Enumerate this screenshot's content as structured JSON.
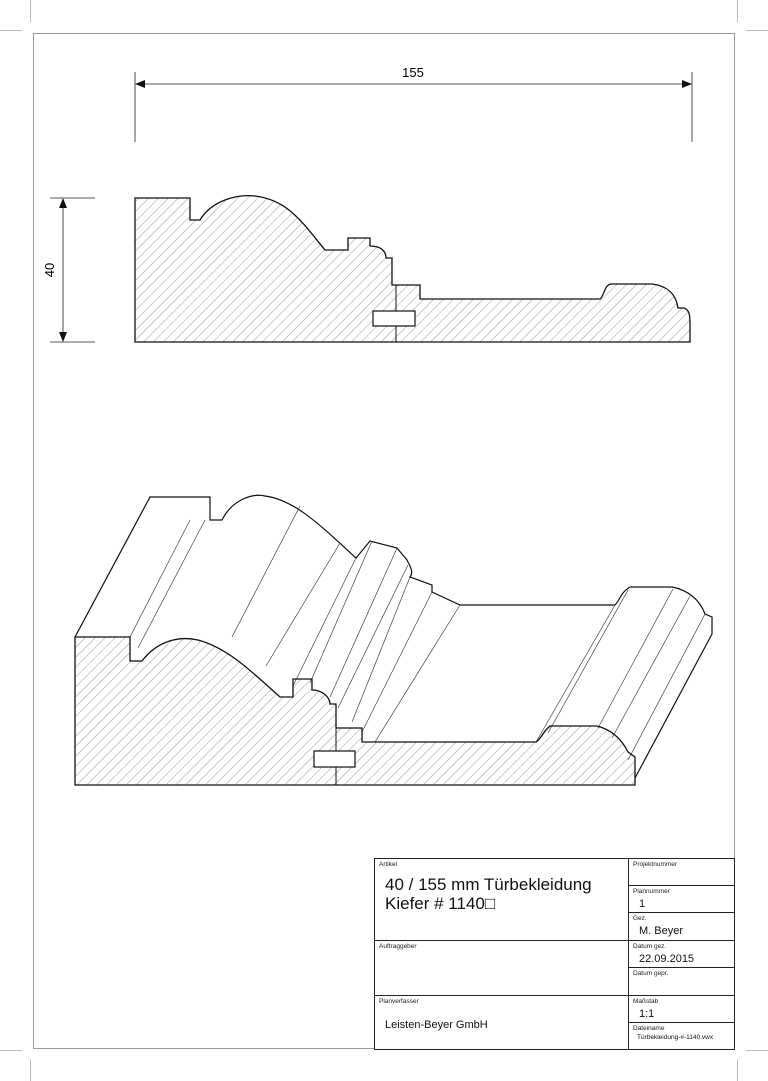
{
  "dimensions": {
    "width_label": "155",
    "height_label": "40"
  },
  "title_block": {
    "artikel_label": "Artikel",
    "artikel_line1": "40 / 155 mm Türbekleidung",
    "artikel_line2": "Kiefer # 1140□",
    "projektnummer_label": "Projektnummer",
    "projektnummer_value": "",
    "plannummer_label": "Plannummer",
    "plannummer_value": "1",
    "gez_label": "Gez.",
    "gez_value": "M. Beyer",
    "auftraggeber_label": "Auftraggeber",
    "auftraggeber_value": "",
    "datum_gez_label": "Datum gez.",
    "datum_gez_value": "22.09.2015",
    "datum_gepr_label": "Datum gepr.",
    "datum_gepr_value": "",
    "planverfasser_label": "Planverfasser",
    "planverfasser_value": "Leisten-Beyer GmbH",
    "massstab_label": "Maßstab",
    "massstab_value": "1:1",
    "dateiname_label": "Dateiname",
    "dateiname_value": "Türbekleidung-#-1140.vwx"
  }
}
